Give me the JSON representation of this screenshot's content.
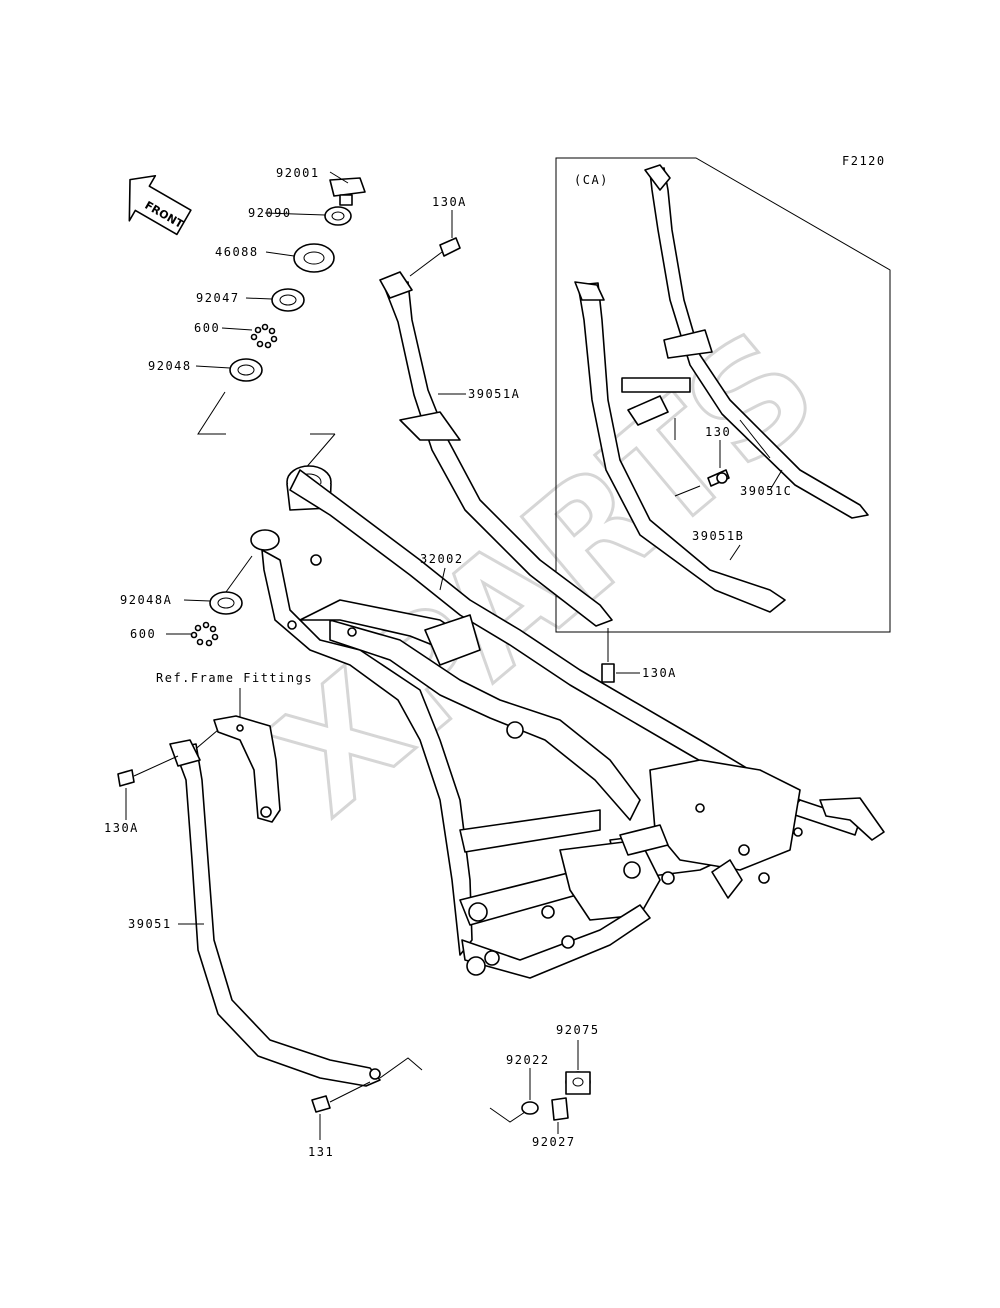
{
  "diagram": {
    "figure_code": "F2120",
    "inset_label": "(CA)",
    "front_label": "FRONT",
    "watermark": "XPARTS",
    "ref_note": "Ref.Frame Fittings",
    "parts": {
      "p92001": "92001",
      "p92090": "92090",
      "p46088": "46088",
      "p92047": "92047",
      "p600a": "600",
      "p92048": "92048",
      "p92048A": "92048A",
      "p600b": "600",
      "p130A_top": "130A",
      "p39051A": "39051A",
      "p32002": "32002",
      "p130A_mid": "130A",
      "p130": "130",
      "p39051C": "39051C",
      "p39051B": "39051B",
      "p130A_left": "130A",
      "p39051": "39051",
      "p131": "131",
      "p92075": "92075",
      "p92022": "92022",
      "p92027": "92027"
    }
  }
}
